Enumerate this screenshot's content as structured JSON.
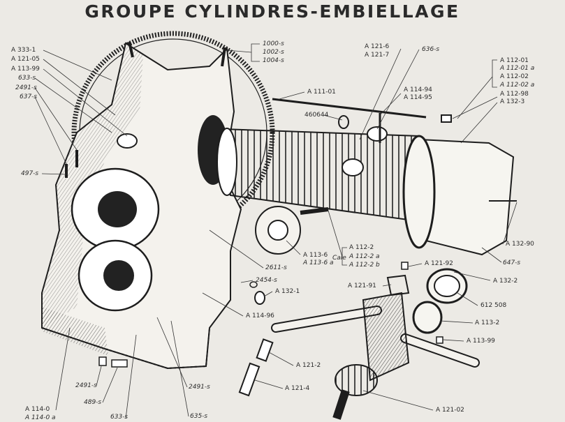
{
  "title": "GROUPE CYLINDRES-EMBIELLAGE",
  "labels": {
    "l_a333_1": "A 333-1",
    "l_a121_05": "A 121-05",
    "l_a113_99a": "A 113-99",
    "l_633s_top": "633-s",
    "l_2491s_top": "2491-s",
    "l_637s": "637-s",
    "l_497s": "497-s",
    "l_1000s": "1000-s",
    "l_1002s": "1002-s",
    "l_1004s": "1004-s",
    "l_a121_6": "A 121-6",
    "l_a121_7": "A 121-7",
    "l_636s": "636-s",
    "l_a111_01": "A 111-01",
    "l_460644": "460644",
    "l_a114_94": "A 114-94",
    "l_a114_95": "A 114-95",
    "l_a112_01": "A 112-01",
    "l_a112_01a": "A 112-01 a",
    "l_a112_02": "A 112-02",
    "l_a112_02a": "A 112-02 a",
    "l_a112_98": "A 112-98",
    "l_a132_3": "A 132-3",
    "l_a132_90": "A 132-90",
    "l_647s": "647-s",
    "l_a132_2": "A 132-2",
    "l_a121_92": "A 121-92",
    "l_a121_91": "A 121-91",
    "l_612508": "612 508",
    "l_a113_2": "A 113-2",
    "l_a113_99b": "A 113-99",
    "l_a113_6": "A 113-6",
    "l_a113_6a": "A 113-6 a",
    "l_cale": "Cale",
    "l_a112_2": "A 112-2",
    "l_a112_2a": "A 112-2 a",
    "l_a112_2b": "A 112-2 b",
    "l_2611s": "2611-s",
    "l_2454s": "2454-s",
    "l_a132_1": "A 132-1",
    "l_a114_96": "A 114-96",
    "l_a121_2": "A 121-2",
    "l_a121_4": "A 121-4",
    "l_a121_02": "A 121-02",
    "l_2491s_bl": "2491-s",
    "l_489s": "489-s",
    "l_2491s_bm": "2491-s",
    "l_a114_0": "A 114-0",
    "l_a114_0a": "A 114-0 a",
    "l_633s_bot": "633-s",
    "l_635s": "635-s"
  }
}
